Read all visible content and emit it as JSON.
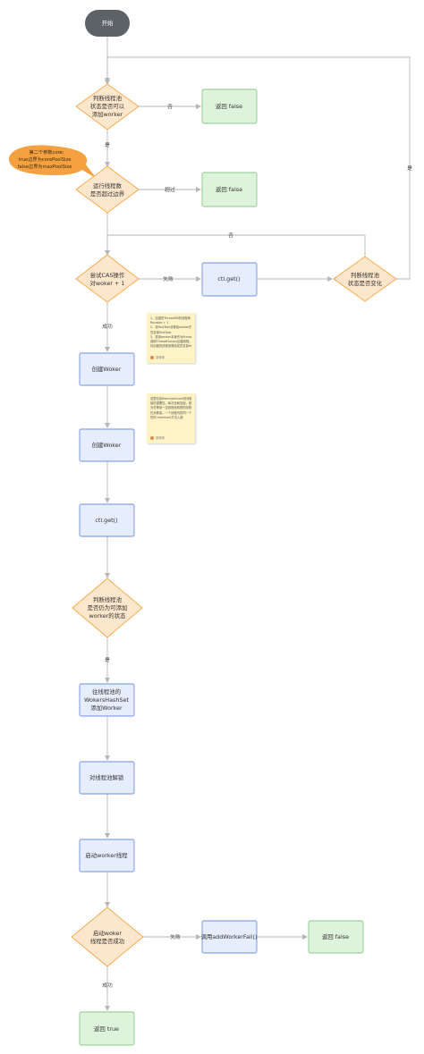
{
  "start": "开始",
  "callout": [
    "第二个参数core:",
    "true边界为corePoolSize",
    "false边界为maxPoolSize"
  ],
  "nodes": {
    "check_state": [
      "判断线程池",
      "状态是否可以",
      "添加worker"
    ],
    "return_false_1": "返回 false",
    "check_count": [
      "运行线程数",
      "是否超过边界"
    ],
    "return_false_2": "返回 false",
    "cas": [
      "尝试CAS操作",
      "对woker + 1"
    ],
    "ctl_get_1": "ctl.get()",
    "check_state_changed": [
      "判断线程池",
      "状态是否变化"
    ],
    "create_worker_1": "创建Woker",
    "create_worker_2": "创建Woker",
    "ctl_get_2": "ctl.get()",
    "check_still_addable": [
      "判断线程池",
      "是否仍为可添加",
      "worker的状态"
    ],
    "add_to_set": [
      "往线程池的",
      "WokersHashSet",
      "添加Worker"
    ],
    "unlock": "对线程池解锁",
    "start_worker": "启动worker线程",
    "check_started": [
      "启动woker",
      "线程是否成功"
    ],
    "add_worker_fail": "调用addWorkerFail()",
    "return_false_3": "返回 false",
    "return_true": "返回 true"
  },
  "edge_labels": {
    "no_1": "否",
    "yes_loop": "是",
    "yes_1": "是",
    "exceed": "超过",
    "no_2": "否",
    "fail_1": "失败",
    "success_1": "成功",
    "yes_2": "是",
    "fail_2": "失败",
    "success_2": "成功"
  },
  "notes": {
    "note_1": {
      "lines": [
        "1、加重的ThreadGR的线程串",
        "Runable + 1",
        "2、将firstTask设置给worker的成",
        "员变量firstTask",
        "3、是用worker本身作为Runable",
        "调用ThreadFactory创建线程，并",
        "将创建的线程设置给成员变量thread"
      ],
      "footer": "钢琴家"
    },
    "note_2": {
      "lines": [
        "这里包含ReentrantLock的线程池",
        "锁的重要性。每次全局加锁，因",
        "为在等到一定线程池线程的线程",
        "在对数量。一个线程内的同一个将",
        "任何 mainLock方法入锁"
      ],
      "footer": "钢琴家"
    }
  },
  "colors": {
    "start_fill": "#5d6168",
    "decision_fill": "#fde7cc",
    "decision_stroke": "#f3a545",
    "process_fill": "#e6edfd",
    "process_stroke": "#6f8fe0",
    "result_fill": "#def3dc",
    "result_stroke": "#8cc98a",
    "edge": "#b6b6b6",
    "callout_fill": "#f5a13f",
    "note_fill": "#fdf3c4"
  }
}
